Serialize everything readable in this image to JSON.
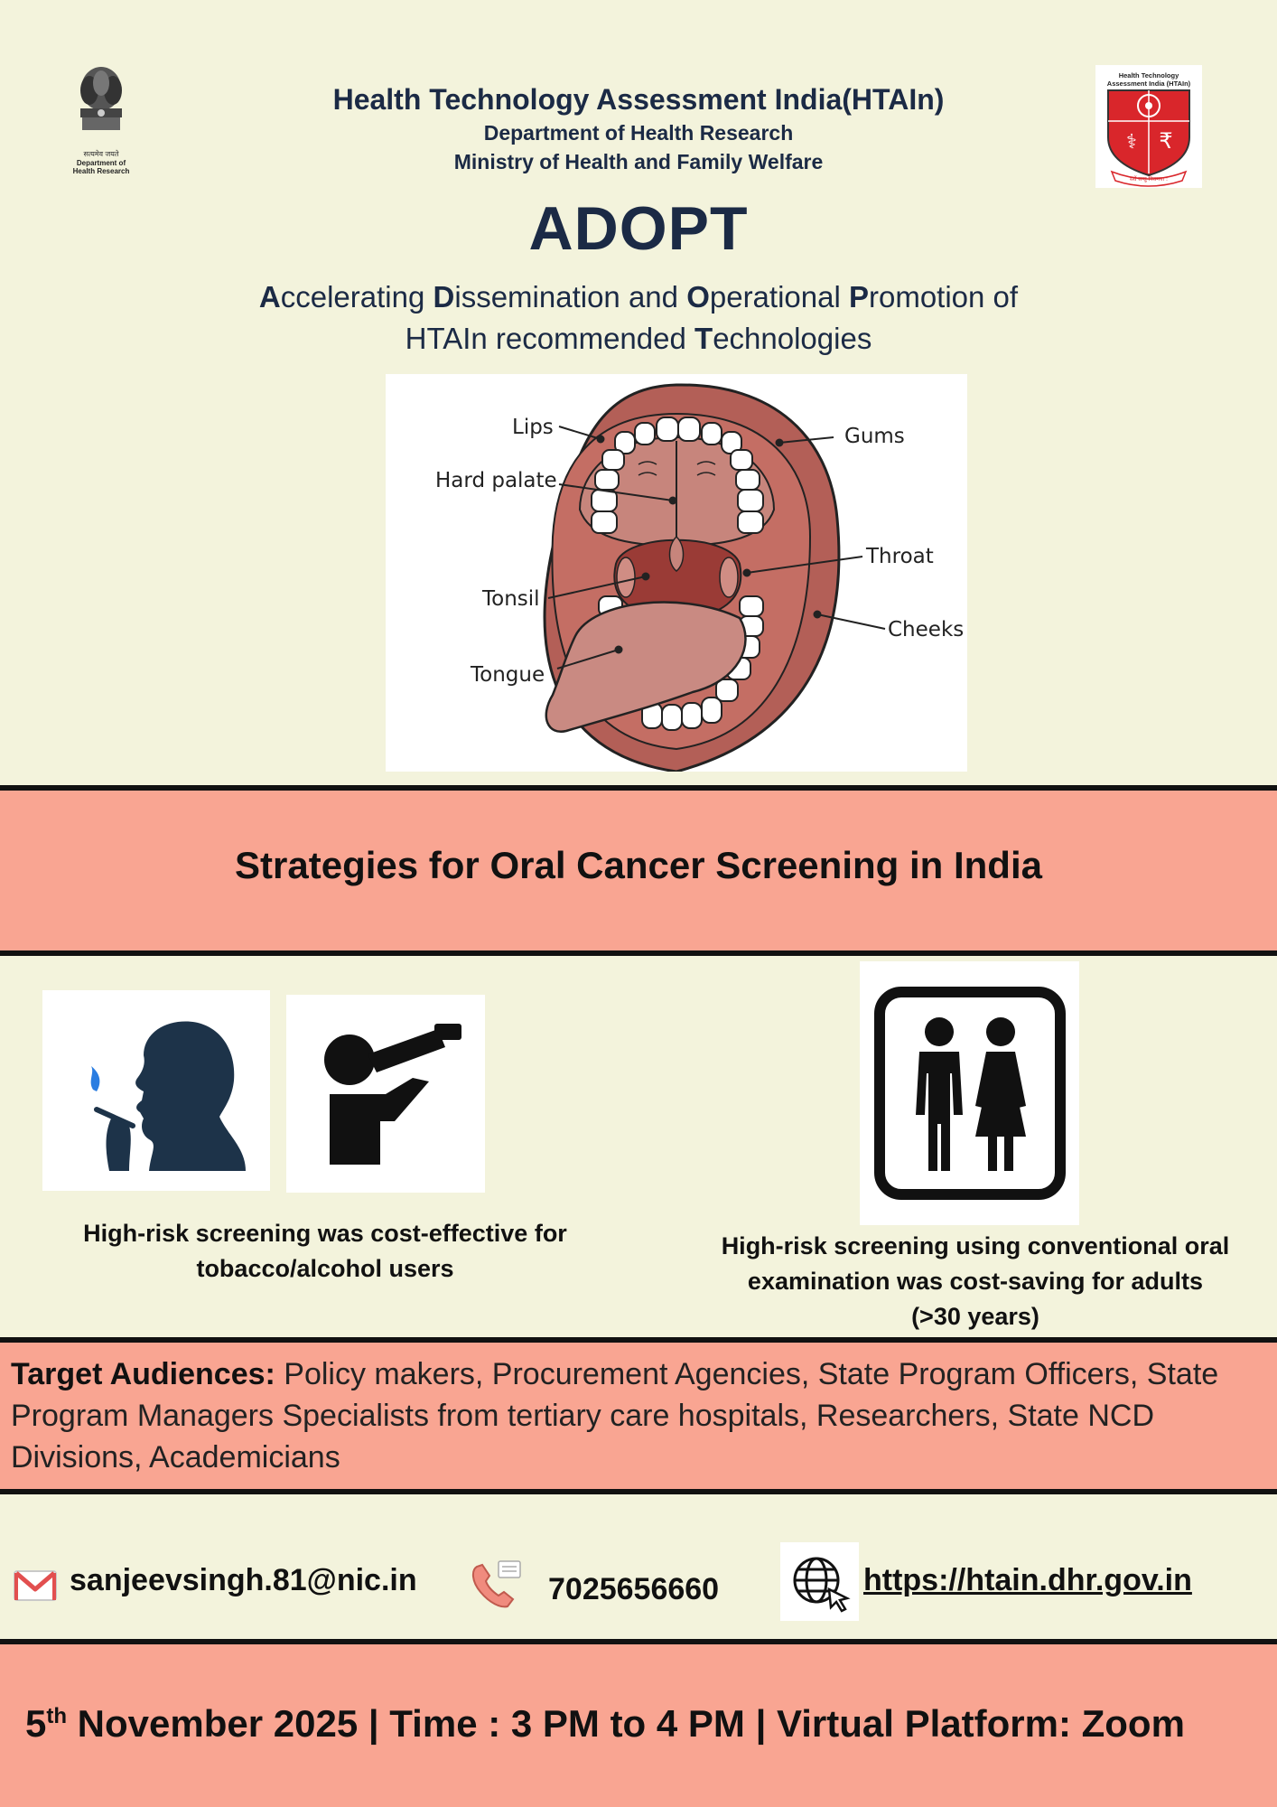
{
  "header": {
    "emblem_motto": "सत्यमेव जयते",
    "emblem_caption_1": "Department of",
    "emblem_caption_2": "Health Research",
    "org": "Health Technology Assessment India(HTAIn)",
    "dept": "Department of Health Research",
    "ministry": "Ministry of Health and Family Welfare",
    "logo_text_1": "Health Technology",
    "logo_text_2": "Assessment India (HTAIn)",
    "logo_ribbon": "सर्वे सन्तु निरामया :"
  },
  "adopt": {
    "title": "ADOPT",
    "sub": [
      {
        "initial": "A",
        "rest": "ccelerating "
      },
      {
        "initial": "D",
        "rest": "issemination and "
      },
      {
        "initial": "O",
        "rest": "perational "
      },
      {
        "initial": "P",
        "rest": "romotion of"
      },
      {
        "pre": "HTAIn recommended ",
        "initial": "T",
        "rest": "echnologies"
      }
    ]
  },
  "diagram": {
    "labels": {
      "lips": "Lips",
      "gums": "Gums",
      "hard_palate": "Hard palate",
      "throat": "Throat",
      "tonsil": "Tonsil",
      "cheeks": "Cheeks",
      "tongue": "Tongue"
    }
  },
  "strategy": {
    "title": "Strategies for Oral Cancer Screening in India"
  },
  "findings": {
    "left": "High-risk screening was cost-effective for tobacco/alcohol users",
    "right_1": "High-risk screening using conventional oral examination was cost-saving for adults",
    "right_2": "(>30 years)"
  },
  "audience": {
    "label": "Target Audiences:",
    "text": " Policy makers, Procurement Agencies, State Program Officers, State Program Managers Specialists from tertiary care hospitals, Researchers, State NCD Divisions, Academicians"
  },
  "contact": {
    "email": "sanjeevsingh.81@nic.in",
    "phone": "7025656660",
    "website": "https://htain.dhr.gov.in"
  },
  "event": {
    "day": "5",
    "suffix": "th",
    "rest": " November 2025 |   Time : 3 PM to 4 PM | Virtual Platform: Zoom"
  },
  "colors": {
    "background": "#f3f3dc",
    "band": "#f9a592",
    "navy": "#1b2a45",
    "lip_red": "#b35f57",
    "tongue": "#c98a82"
  },
  "icons": [
    "national-emblem-icon",
    "htain-shield-icon",
    "smoker-icon",
    "drinker-icon",
    "adults-icon",
    "mail-icon",
    "phone-icon",
    "globe-icon"
  ]
}
